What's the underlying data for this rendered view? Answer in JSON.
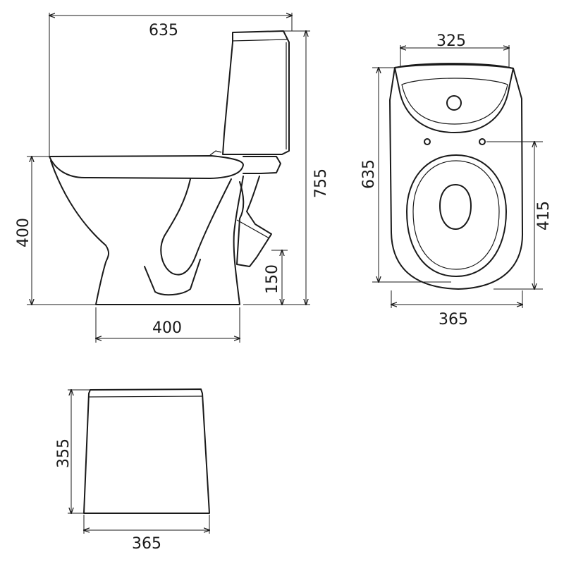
{
  "dimensions": {
    "side_length": "635",
    "side_height": "755",
    "side_seat_height": "400",
    "side_base_width": "400",
    "side_outlet_height": "150",
    "top_tank_width": "325",
    "top_length": "635",
    "top_bowl_length": "415",
    "top_width": "365",
    "front_height": "355",
    "front_width": "365"
  },
  "colors": {
    "line": "#1a1a1a",
    "background": "#ffffff"
  }
}
